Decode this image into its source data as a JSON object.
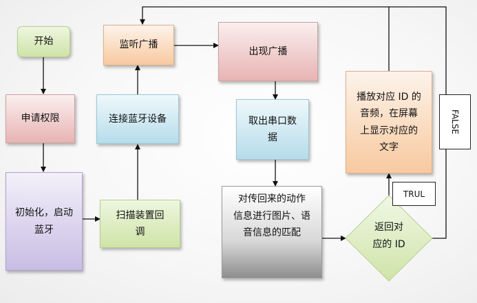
{
  "nodes": {
    "start": "开始",
    "permission": "申请权限",
    "init": "初始化，启动\n蓝牙",
    "scan": "扫描装置回\n调",
    "connect": "连接蓝牙设备",
    "listen": "监听广播",
    "broadcast": "出现广播",
    "serial": "取出串口数\n据",
    "match": "对传回来的动作\n信息进行图片、语\n音信息的匹配",
    "decision": "返回对\n应的 ID",
    "play": "播放对应 ID 的\n音频，在屏幕\n上显示对应的\n文字"
  },
  "edge_labels": {
    "true_label": "TRUL",
    "false_label": "FALSE"
  }
}
